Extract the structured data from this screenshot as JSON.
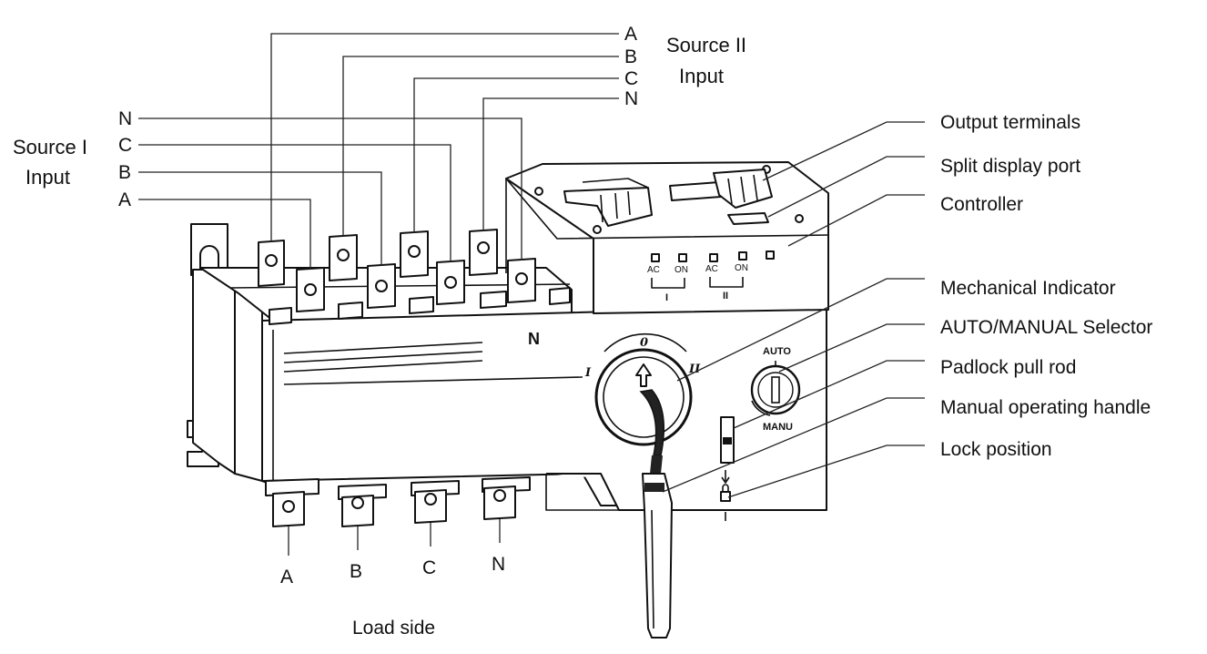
{
  "source2": {
    "title_line1": "Source II",
    "title_line2": "Input",
    "phases": [
      "A",
      "B",
      "C",
      "N"
    ]
  },
  "source1": {
    "title_line1": "Source I",
    "title_line2": "Input",
    "phases": [
      "N",
      "C",
      "B",
      "A"
    ]
  },
  "load": {
    "phases": [
      "A",
      "B",
      "C",
      "N"
    ],
    "label": "Load side"
  },
  "callouts": [
    "Output terminals",
    "Split display port",
    "Controller",
    "Mechanical Indicator",
    "AUTO/MANUAL Selector",
    "Padlock pull rod",
    "Manual operating handle",
    "Lock position"
  ],
  "device": {
    "neutral_mark": "N",
    "dial_positions": {
      "left": "I",
      "center": "0",
      "right": "II"
    },
    "selector_auto": "AUTO",
    "selector_manu": "MANU",
    "leds": {
      "ac": "AC",
      "on": "ON",
      "group1": "I",
      "group2": "II"
    }
  }
}
